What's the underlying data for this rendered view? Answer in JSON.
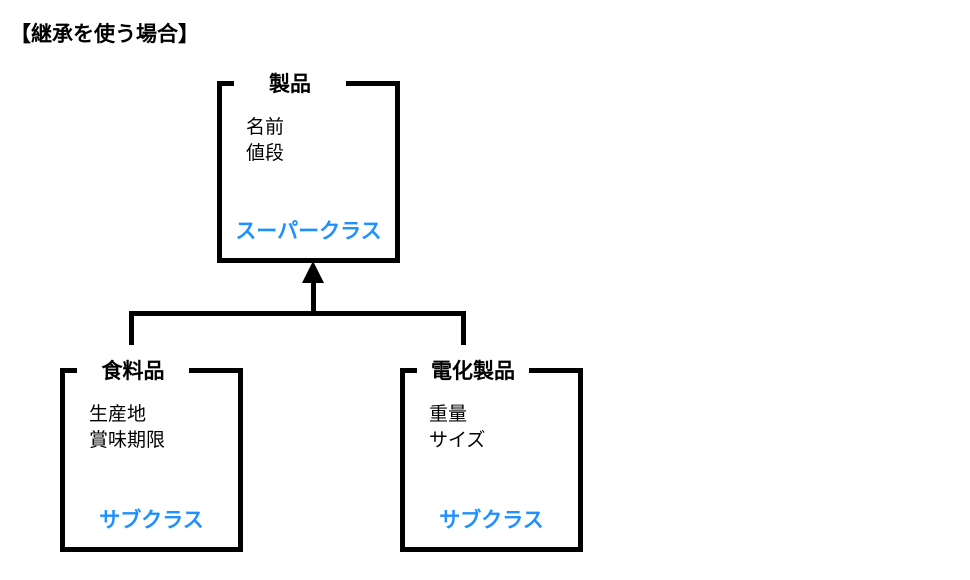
{
  "page": {
    "title": "【継承を使う場合】",
    "background": "#FFFFFF"
  },
  "colors": {
    "line": "#000000",
    "accent_blue": "#1E90FF"
  },
  "diagram": {
    "superclass": {
      "title": "製品",
      "attributes": [
        "名前",
        "値段"
      ],
      "role_label": "スーパークラス"
    },
    "subclass_left": {
      "title": "食料品",
      "attributes": [
        "生産地",
        "賞味期限"
      ],
      "role_label": "サブクラス"
    },
    "subclass_right": {
      "title": "電化製品",
      "attributes": [
        "重量",
        "サイズ"
      ],
      "role_label": "サブクラス"
    },
    "connector": {
      "type": "inheritance-arrow",
      "direction": "up"
    }
  }
}
